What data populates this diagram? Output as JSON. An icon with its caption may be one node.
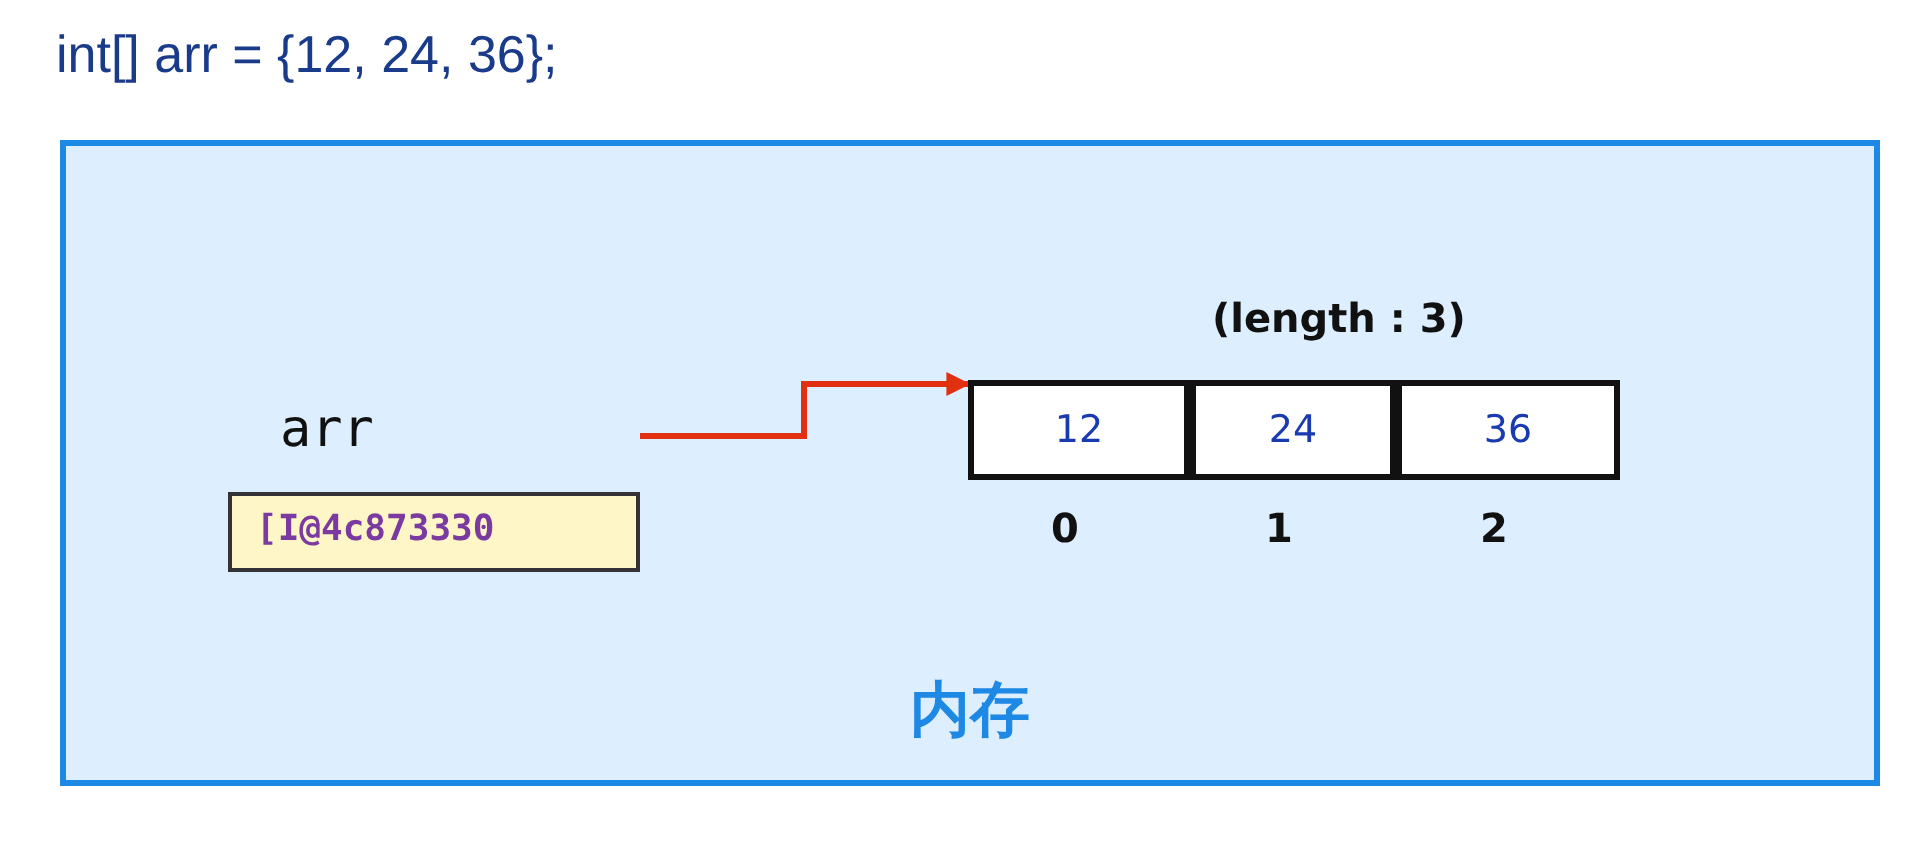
{
  "diagram": {
    "title": "int[] arr = {12, 24, 36};",
    "nodes": [
      {
        "text": [
          "内存"
        ]
      },
      {
        "text": [
          "arr",
          "[I@4c873330"
        ],
        "in": 0
      },
      {
        "text": [
          "(length : 3)"
        ],
        "in": 0
      },
      {
        "text": [
          "12"
        ],
        "in": 2,
        "beside": [
          "0"
        ]
      },
      {
        "text": [
          "24"
        ],
        "in": 2,
        "beside": [
          "1"
        ]
      },
      {
        "text": [
          "36"
        ],
        "in": 2,
        "beside": [
          "2"
        ]
      }
    ],
    "edges": [
      {
        "from": 1,
        "to": 2,
        "arrow": "to",
        "color": "#e03010"
      }
    ]
  }
}
